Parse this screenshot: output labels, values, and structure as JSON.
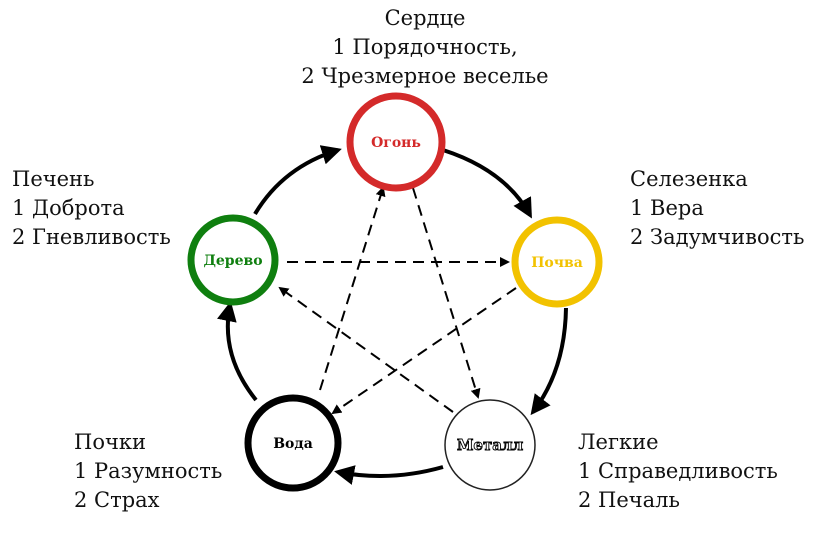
{
  "elements": {
    "fire": {
      "label": "Огонь",
      "color": "#d42a2a"
    },
    "earth": {
      "label": "Почва",
      "color": "#f2c200"
    },
    "metal": {
      "label": "Металл",
      "color": "#222222"
    },
    "water": {
      "label": "Вода",
      "color": "#000000"
    },
    "wood": {
      "label": "Дерево",
      "color": "#0f7f0f"
    }
  },
  "organs": {
    "heart": {
      "name": "Сердце",
      "virtue": "1 Порядочность,",
      "emotion": "2 Чрезмерное веселье"
    },
    "liver": {
      "name": "Печень",
      "virtue": "1 Доброта",
      "emotion": "2 Гневливость"
    },
    "spleen": {
      "name": "Селезенка",
      "virtue": "1 Вера",
      "emotion": "2 Задумчивость"
    },
    "kidneys": {
      "name": "Почки",
      "virtue": "1 Разумность",
      "emotion": "2 Страх"
    },
    "lungs": {
      "name": "Легкие",
      "virtue": "1 Справедливость",
      "emotion": "2 Печаль"
    }
  }
}
